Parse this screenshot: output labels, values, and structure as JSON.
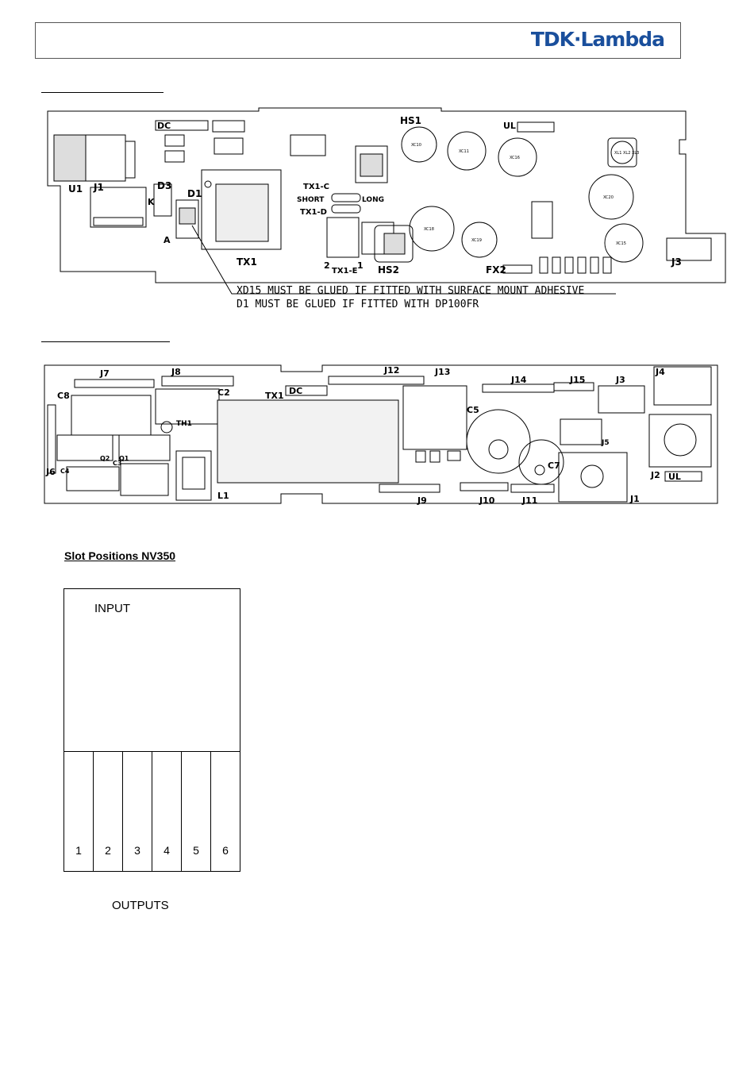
{
  "header": {
    "logo_text": "TDK·Lambda",
    "logo_color": "#1a4f9c"
  },
  "board_top": {
    "labels": {
      "dc": "DC",
      "ul": "UL",
      "u1": "U1",
      "j1": "J1",
      "d3": "D3",
      "d1": "D1",
      "k": "K",
      "a": "A",
      "tx1": "TX1",
      "hs1": "HS1",
      "hs2": "HS2",
      "fx2": "FX2",
      "j3": "J3",
      "tx1c": "TX1-C",
      "short": "SHORT",
      "long": "LONG",
      "tx1d": "TX1-D",
      "tx1e": "TX1-E",
      "pin2": "2",
      "pin1": "1",
      "xc10": "XC10",
      "xc11": "XC11",
      "xc16": "XC16",
      "xc20": "XC20",
      "xc15": "XC15",
      "xc18": "XC18",
      "xc19": "XC19",
      "xl": "XL1\nXL2\nXL3"
    },
    "note_line1": "XD15 MUST BE GLUED IF FITTED WITH SURFACE MOUNT ADHESIVE",
    "note_line2": "D1 MUST BE GLUED IF FITTED WITH DP100FR"
  },
  "board_bottom": {
    "labels": {
      "j7": "J7",
      "j8": "J8",
      "c8": "C8",
      "c2": "C2",
      "tx1": "TX1",
      "dc": "DC",
      "j12": "J12",
      "j13": "J13",
      "j14": "J14",
      "j15": "J15",
      "j3": "J3",
      "j4": "J4",
      "th1": "TH1",
      "c5": "C5",
      "j5": "J5",
      "j6": "J6",
      "q2": "Q2",
      "q1": "Q1",
      "c3": "C3",
      "c4": "C4",
      "l1": "L1",
      "c7": "C7",
      "j2": "J2",
      "ul": "UL",
      "j9": "J9",
      "j10": "J10",
      "j11": "J11",
      "j1": "J1"
    }
  },
  "slots": {
    "title": "Slot Positions NV350",
    "input_label": "INPUT",
    "numbers": [
      "1",
      "2",
      "3",
      "4",
      "5",
      "6"
    ],
    "outputs_label": "OUTPUTS"
  }
}
